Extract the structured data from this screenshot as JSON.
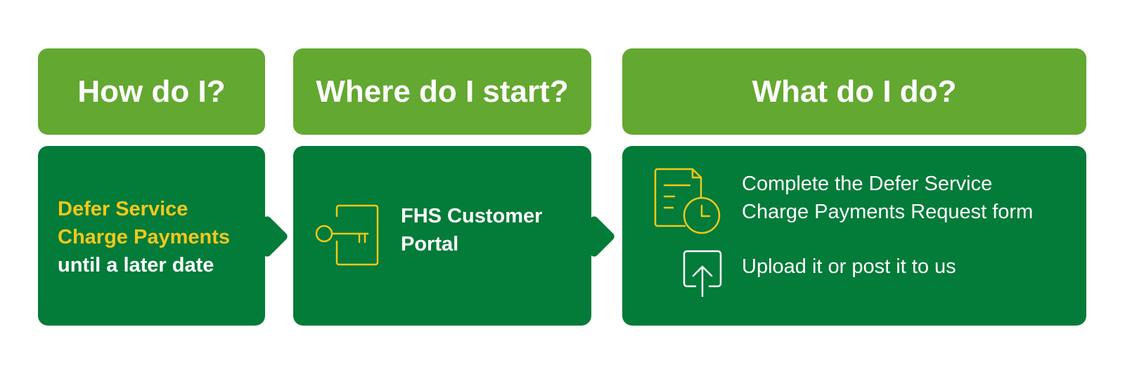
{
  "headers": {
    "how": "How do I?",
    "where": "Where do I start?",
    "what": "What do I do?"
  },
  "how_card": {
    "highlight_line1": "Defer Service",
    "highlight_line2": "Charge Payments",
    "plain_line": "until a later date"
  },
  "where_card": {
    "line1": "FHS Customer",
    "line2": "Portal",
    "icon": "key-icon"
  },
  "what_card": {
    "step1_line1": "Complete the Defer Service",
    "step1_line2": "Charge Payments Request form",
    "step1_icon": "document-clock-icon",
    "step2": "Upload it or post it to us",
    "step2_icon": "upload-icon"
  },
  "colors": {
    "header_green": "#63a830",
    "card_green": "#037b39",
    "accent_yellow": "#f2c81a",
    "text_white": "#ffffff"
  }
}
